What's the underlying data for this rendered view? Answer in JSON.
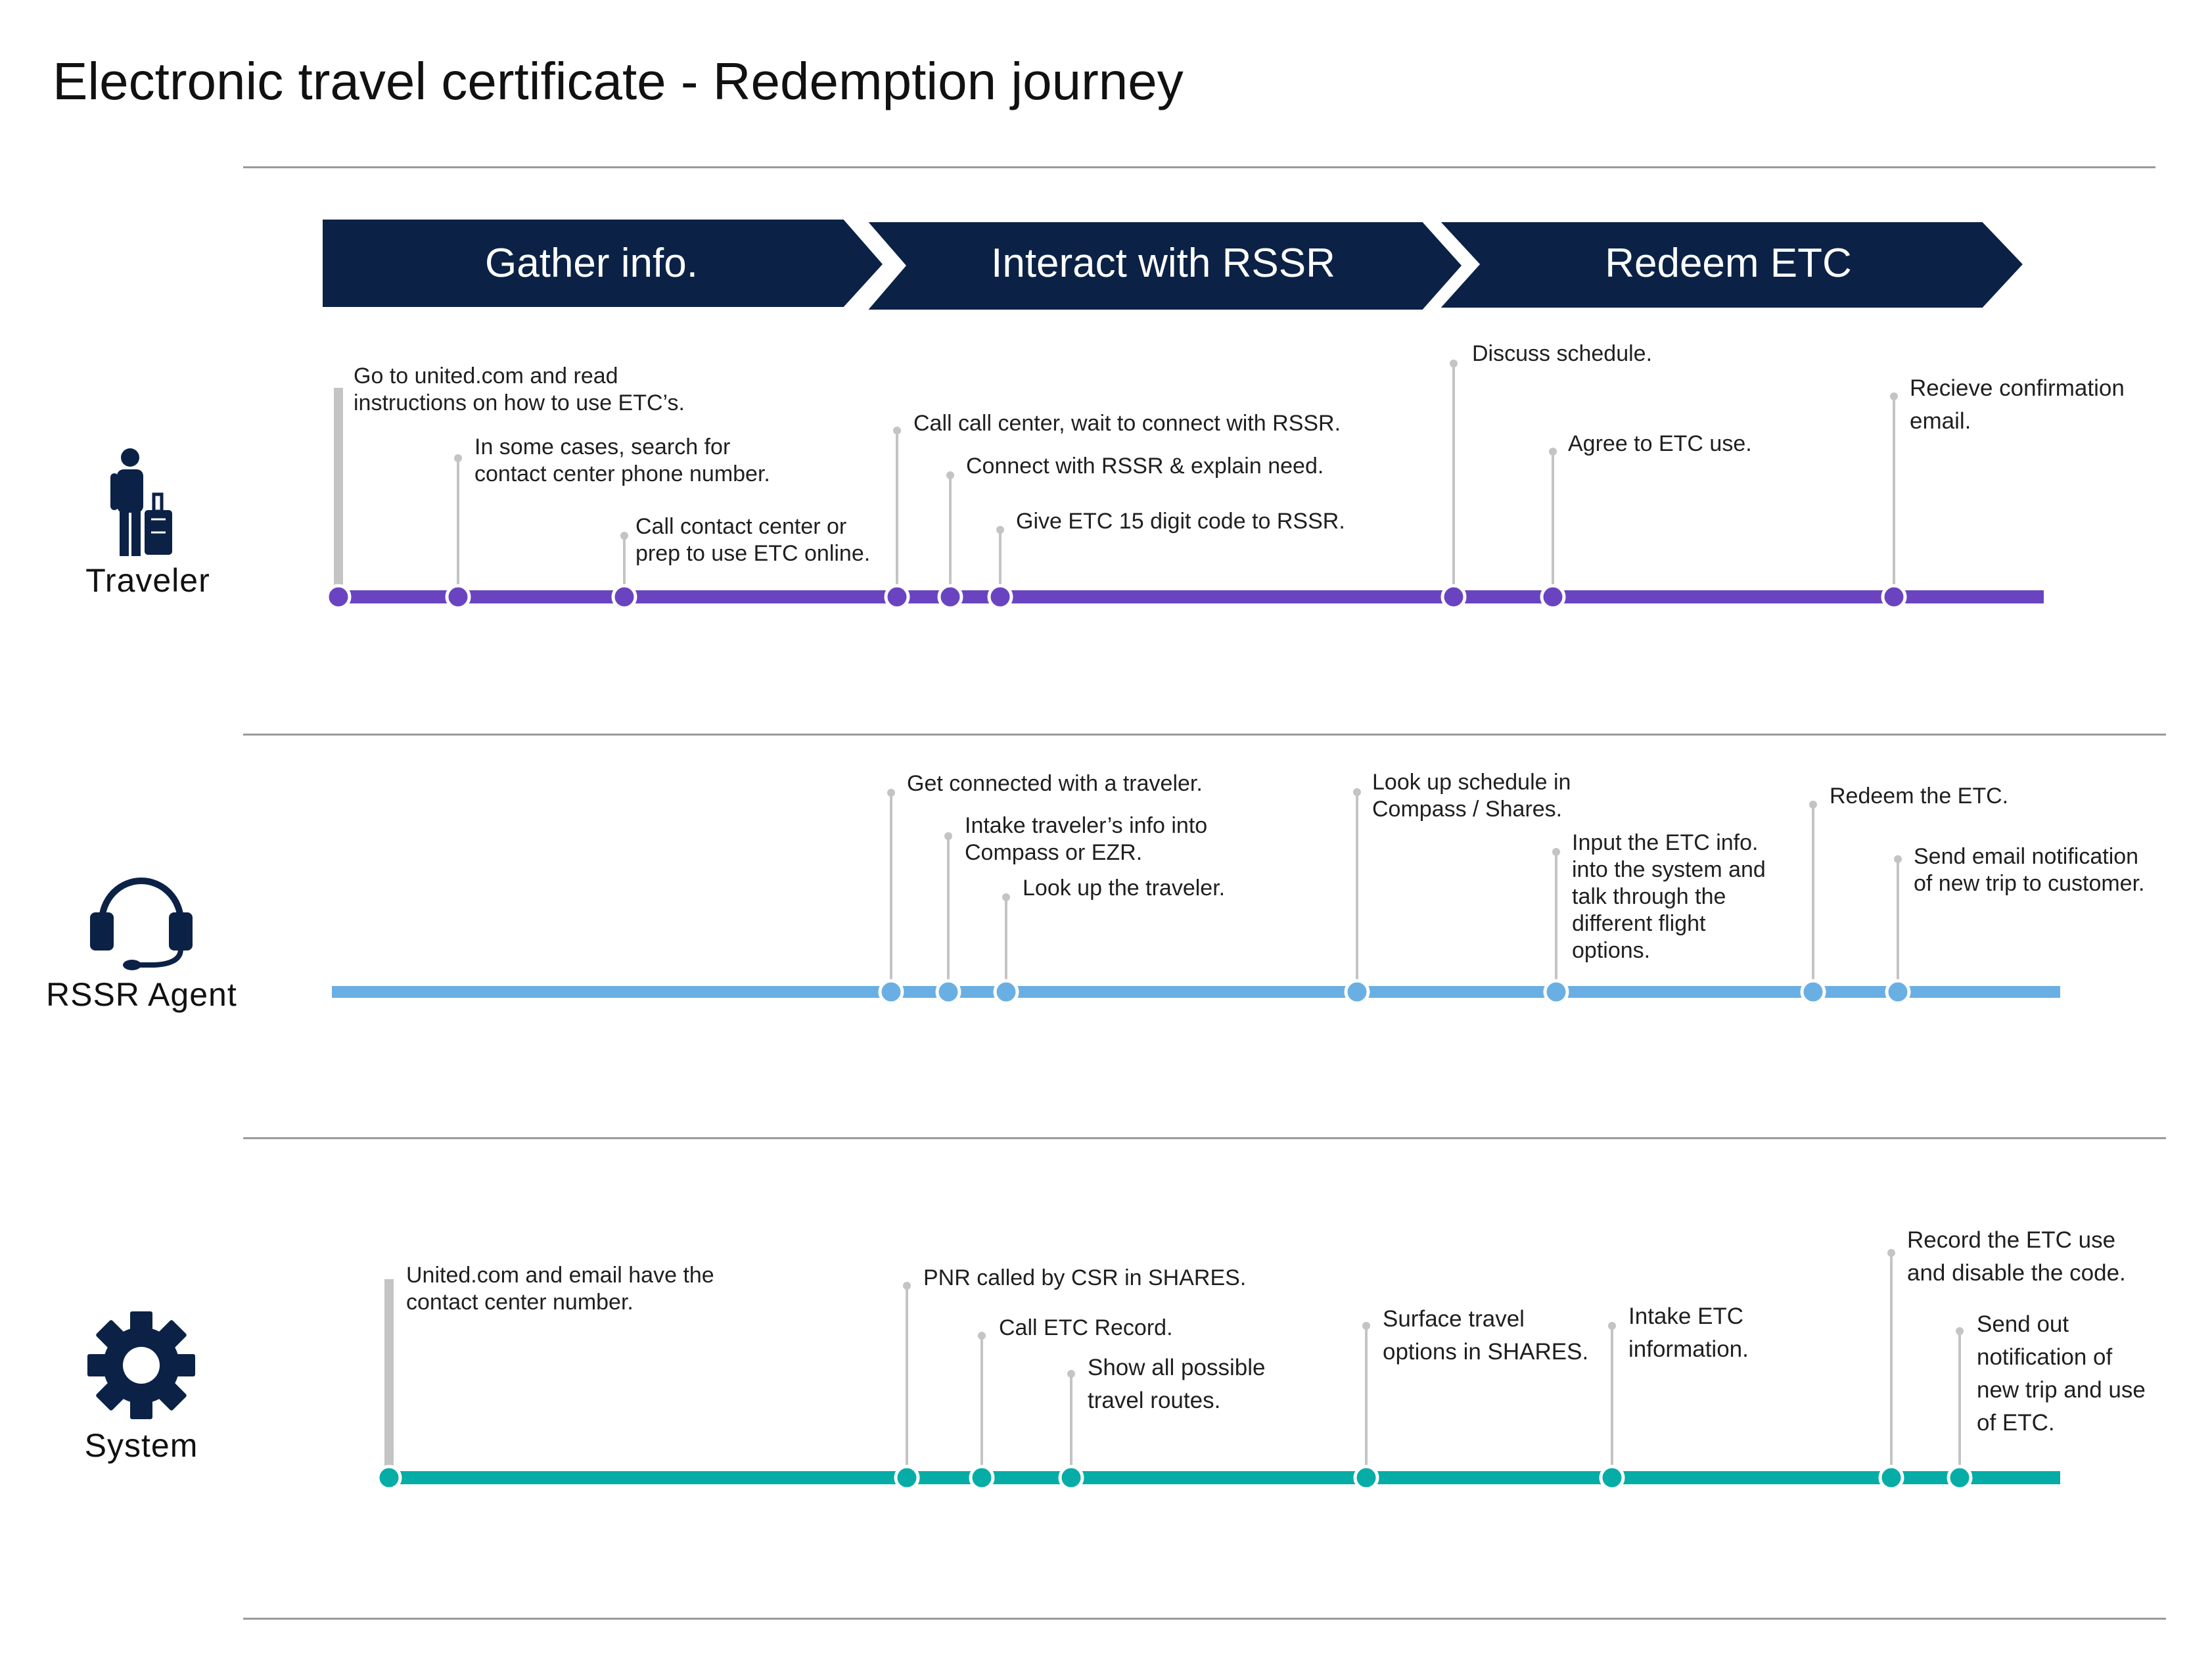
{
  "title": "Electronic travel certificate - Redemption journey",
  "phases": [
    "Gather info.",
    "Interact with RSSR",
    "Redeem ETC"
  ],
  "colors": {
    "phase_fill": "#0b2246",
    "traveler": "#6a44c0",
    "agent": "#6aafe3",
    "system": "#06ada6",
    "stem": "#c4c4c4",
    "divider": "#9a9a9a"
  },
  "lanes": [
    {
      "id": "traveler",
      "actor": "Traveler",
      "icon": "traveler-with-luggage-icon",
      "steps": [
        "Go to united.com and read\ninstructions on how to use ETC’s.",
        "In some cases, search for\ncontact center phone number.",
        "Call contact center or\nprep to use ETC online.",
        "Call call center, wait to connect with RSSR.",
        "Connect with RSSR & explain need.",
        "Give ETC 15 digit code to RSSR.",
        "Discuss schedule.",
        "Agree to ETC use.",
        "Recieve confirmation\nemail."
      ]
    },
    {
      "id": "agent",
      "actor": "RSSR Agent",
      "icon": "headset-icon",
      "steps": [
        "Get connected with a traveler.",
        "Intake traveler’s info into\nCompass or EZR.",
        "Look up the traveler.",
        "Look up schedule in\nCompass / Shares.",
        "Input the ETC info.\ninto the system and\ntalk through the\ndifferent flight\noptions.",
        "Redeem the ETC.",
        "Send email notification\nof new trip to customer."
      ]
    },
    {
      "id": "system",
      "actor": "System",
      "icon": "gear-icon",
      "steps": [
        "United.com and email have the\ncontact center number.",
        "PNR called by CSR in SHARES.",
        "Call ETC Record.",
        "Show all possible\ntravel routes.",
        "Surface travel\noptions in SHARES.",
        "Intake ETC\ninformation.",
        "Record the ETC use\nand disable the code.",
        "Send out\nnotification of\nnew trip and use\nof ETC."
      ]
    }
  ]
}
